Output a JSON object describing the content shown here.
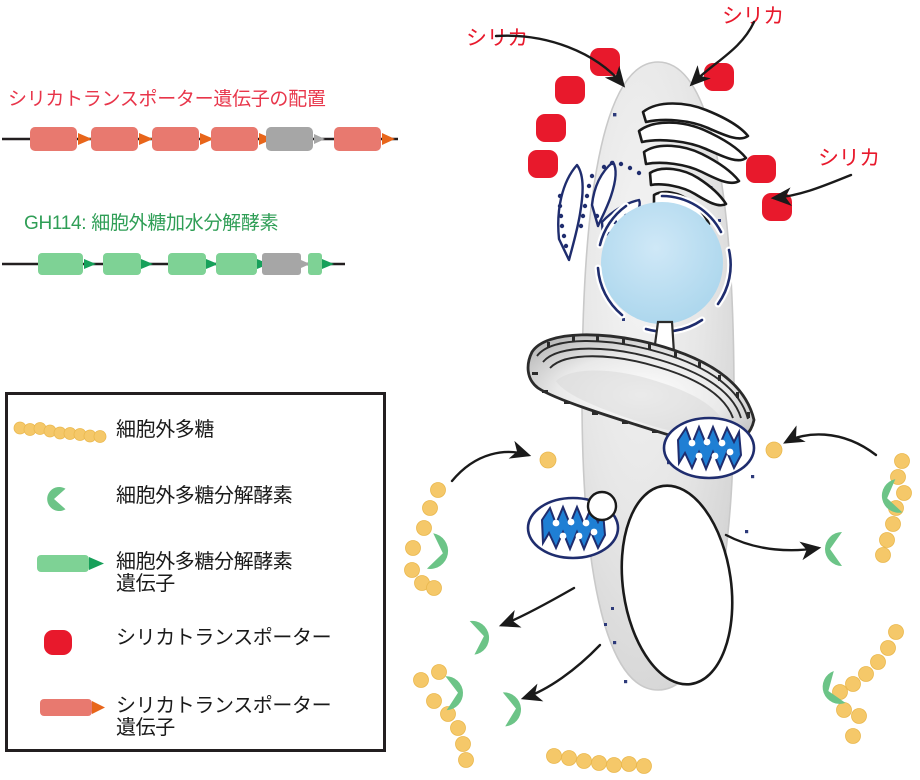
{
  "figure": {
    "title_silica_genes": "シリカトランスポーター遺伝子の配置",
    "title_gh114": "GH114: 細胞外糖加水分解酵素"
  },
  "gene_tracks": {
    "silica": {
      "name": "silica-transporter-gene-track",
      "color": "#e8796f",
      "inactive_color": "#a6a6a6",
      "arrow_color": "#e8651a",
      "genes": [
        {
          "label": "",
          "type": "transporter",
          "active": true
        },
        {
          "label": "",
          "type": "transporter",
          "active": true
        },
        {
          "label": "",
          "type": "transporter",
          "active": true
        },
        {
          "label": "",
          "type": "transporter",
          "active": true
        },
        {
          "label": "",
          "type": "pseudogene",
          "active": false
        },
        {
          "label": "",
          "type": "transporter",
          "active": true
        }
      ]
    },
    "gh114": {
      "name": "gh114-gene-track",
      "color": "#7ed295",
      "inactive_color": "#a6a6a6",
      "arrow_color": "#17a05a",
      "genes": [
        {
          "label": "",
          "type": "hydrolase",
          "active": true
        },
        {
          "label": "",
          "type": "hydrolase",
          "active": true
        },
        {
          "label": "",
          "type": "hydrolase",
          "active": true
        },
        {
          "label": "",
          "type": "hydrolase",
          "active": true
        },
        {
          "label": "",
          "type": "pseudogene",
          "active": false
        },
        {
          "label": "",
          "type": "hydrolase-short",
          "active": true
        }
      ]
    }
  },
  "legend": {
    "items": [
      {
        "key": "eps",
        "glyph": "polysaccharide-chain-icon",
        "label": "細胞外多糖"
      },
      {
        "key": "enzyme",
        "glyph": "hydrolase-enzyme-icon",
        "label": "細胞外多糖分解酵素"
      },
      {
        "key": "enzyme_gene",
        "glyph": "hydrolase-gene-icon",
        "label": "細胞外多糖分解酵素\n遺伝子"
      },
      {
        "key": "transporter",
        "glyph": "silica-transporter-icon",
        "label": "シリカトランスポーター"
      },
      {
        "key": "transporter_gene",
        "glyph": "silica-transporter-gene-icon",
        "label": "シリカトランスポーター\n遺伝子"
      }
    ]
  },
  "cell": {
    "callouts": [
      {
        "id": "silica-1",
        "label": "シリカ"
      },
      {
        "id": "silica-2",
        "label": "シリカ"
      },
      {
        "id": "silica-3",
        "label": "シリカ"
      }
    ],
    "organelles": [
      {
        "name": "cell-body",
        "label": "cell"
      },
      {
        "name": "golgi",
        "label": "golgi-apparatus"
      },
      {
        "name": "rough-er",
        "label": "rough-endoplasmic-reticulum"
      },
      {
        "name": "nucleus",
        "label": "nucleus"
      },
      {
        "name": "chloroplast",
        "label": "chloroplast"
      },
      {
        "name": "mitochondrion",
        "label": "mitochondrion"
      },
      {
        "name": "vacuole",
        "label": "vacuole"
      }
    ]
  },
  "colors": {
    "silica_red": "#e8192c",
    "transporter_gene_red": "#e8796f",
    "title_red": "#e8354a",
    "enzyme_green": "#6cc487",
    "gene_green": "#7ed295",
    "title_green": "#2f9e56",
    "polysaccharide_orange": "#f5c869",
    "nucleus_blue": "#b4dcf0",
    "organelle_outline_blue": "#1f2d6e",
    "mitochondrion_blue": "#1f7fd4",
    "cell_fill": "#e3e3e3",
    "pseudogene_gray": "#a6a6a6",
    "outline_black": "#231f20"
  }
}
